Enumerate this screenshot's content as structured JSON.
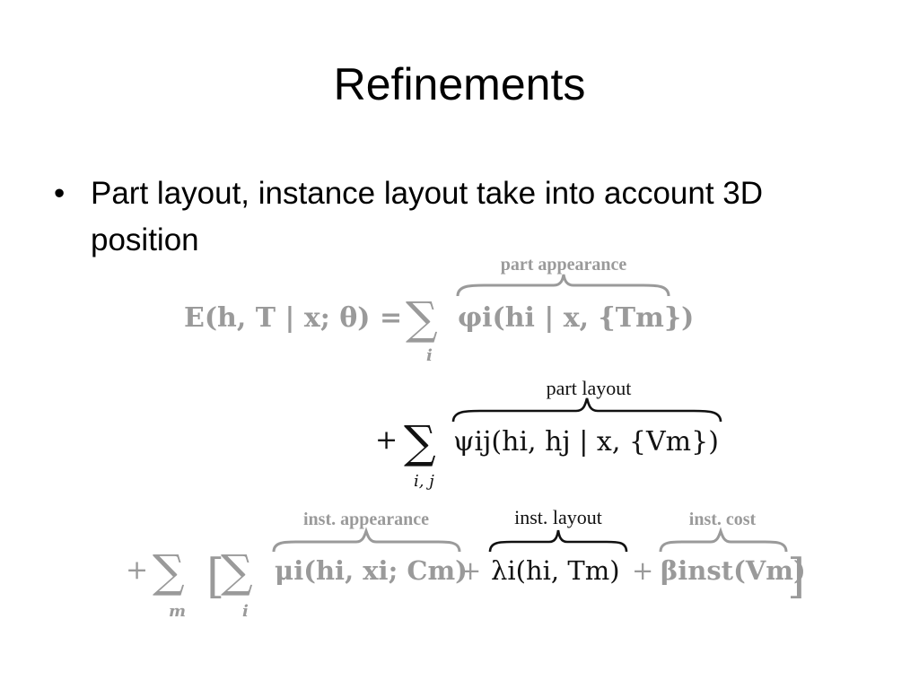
{
  "slide": {
    "title": "Refinements",
    "bullet_symbol": "•",
    "bullet_text": "Part layout, instance layout take into account 3D position"
  },
  "equation": {
    "line1": {
      "lhs": "E(h, T | x; θ) =",
      "sum_sub": "i",
      "brace_label": "part appearance",
      "term": "φi(hi | x, {Tm})"
    },
    "line2": {
      "sum_sub": "i, j",
      "brace_label": "part layout",
      "term": "ψij(hi, hj | x, {Vm})"
    },
    "line3": {
      "outer_sum_sub": "m",
      "inner_sum_sub": "i",
      "label_appearance": "inst. appearance",
      "label_layout": "inst. layout",
      "label_cost": "inst. cost",
      "term_appearance": "μi(hi, xi; Cm)",
      "term_layout": "λi(hi, Tm)",
      "term_cost": "βinst(Vm)"
    },
    "colors": {
      "gray": "#9a9a9a",
      "black": "#111111"
    }
  }
}
